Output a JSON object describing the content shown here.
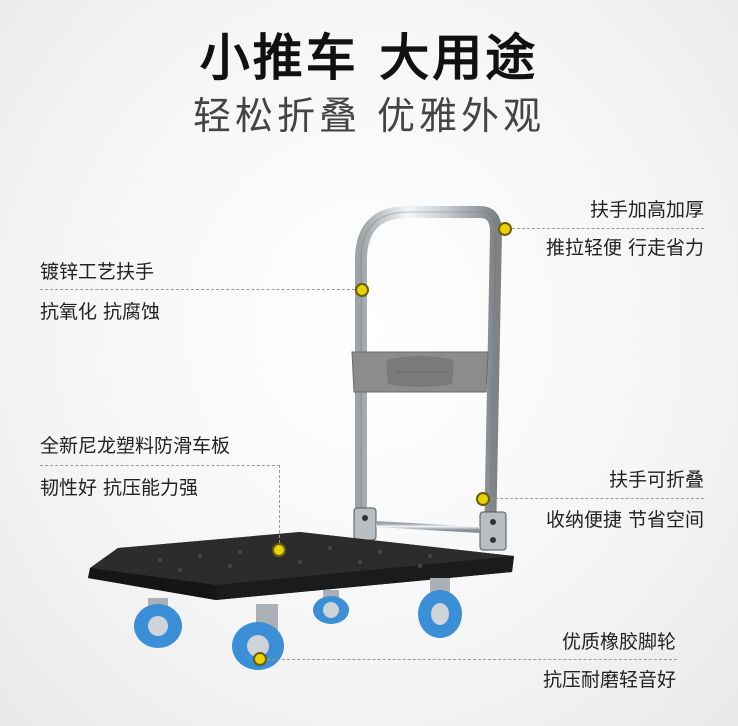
{
  "header": {
    "title": "小推车  大用途",
    "subtitle": "轻松折叠  优雅外观"
  },
  "callouts": {
    "handle_top": {
      "line1": "扶手加高加厚",
      "line2": "推拉轻便 行走省力"
    },
    "handle_left": {
      "line1": "镀锌工艺扶手",
      "line2": "抗氧化 抗腐蚀"
    },
    "platform": {
      "line1": "全新尼龙塑料防滑车板",
      "line2": "韧性好 抗压能力强"
    },
    "fold": {
      "line1": "扶手可折叠",
      "line2": "收纳便捷 节省空间"
    },
    "wheels": {
      "line1": "优质橡胶脚轮",
      "line2": "抗压耐磨轻音好"
    }
  },
  "colors": {
    "marker": "#e8d200",
    "wheel": "#3a8fd6",
    "platform": "#1e1e1e",
    "handle_panel": "#8c8c8c"
  }
}
